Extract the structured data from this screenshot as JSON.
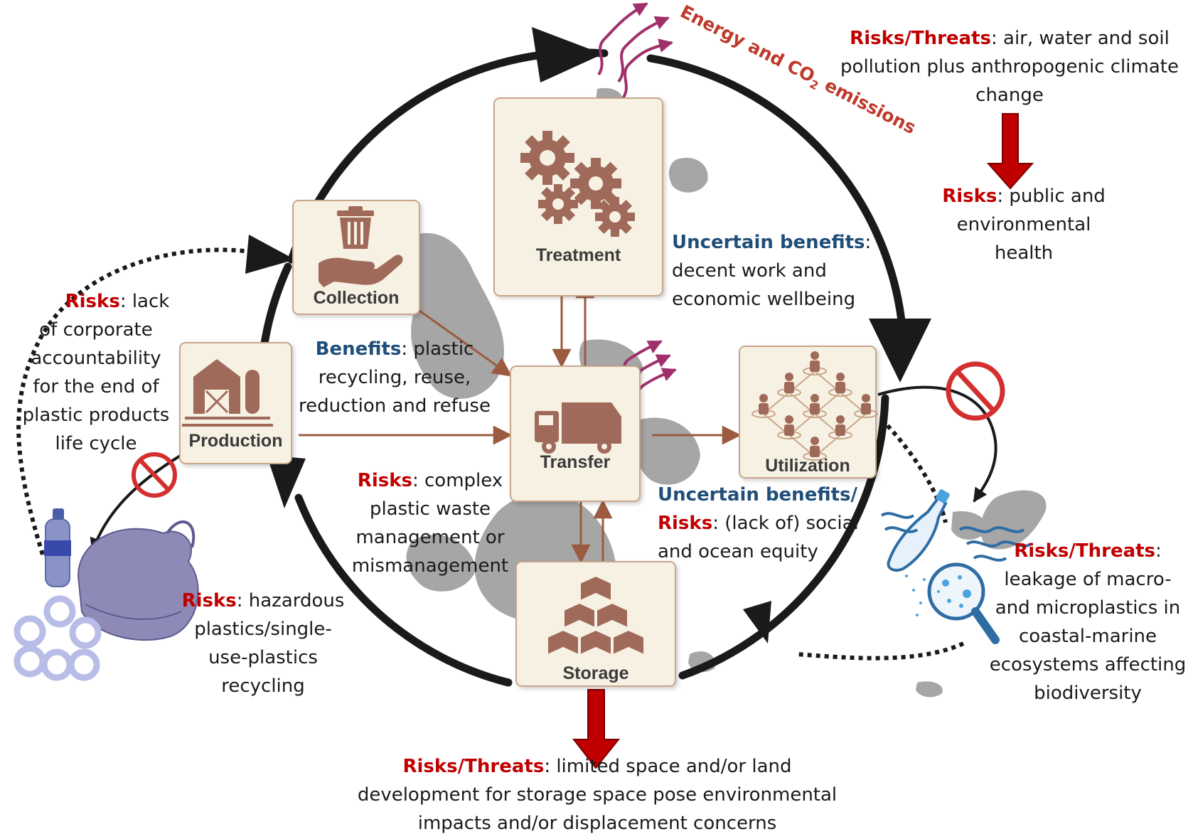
{
  "stages": {
    "collection": "Collection",
    "treatment": "Treatment",
    "production": "Production",
    "transfer": "Transfer",
    "utilization": "Utilization",
    "storage": "Storage"
  },
  "emissions_label": {
    "prefix": "Energy and CO",
    "subscript": "2",
    "suffix": " emissions"
  },
  "annotations": {
    "top_right": {
      "heading": "Risks/Threats",
      "text_1": ": air, water and soil",
      "text_2": "pollution plus anthropogenic climate",
      "text_3": "change"
    },
    "top_right_result": {
      "heading": "Risks",
      "text_1": ":  public and",
      "text_2": "environmental",
      "text_3": "health"
    },
    "uncertain_treatment": {
      "heading": "Uncertain benefits",
      "text_1": ":",
      "text_2": "decent work and",
      "text_3": "economic wellbeing"
    },
    "benefits": {
      "heading": "Benefits",
      "text_1": ": plastic",
      "text_2": "recycling, reuse,",
      "text_3": "reduction and refuse"
    },
    "left_risks": {
      "heading": "Risks",
      "text_1": ": lack",
      "text_2": "of corporate",
      "text_3": "accountability",
      "text_4": "for the end of",
      "text_5": "plastic products",
      "text_6": "life cycle"
    },
    "transfer_risks": {
      "heading": "Risks",
      "text_1": ": complex",
      "text_2": "plastic waste",
      "text_3": "management or",
      "text_4": "mismanagement"
    },
    "utilization_risks": {
      "heading_1": "Uncertain benefits/",
      "heading_2": "Risks",
      "text_1": ": (lack of) social",
      "text_2": "and ocean equity"
    },
    "hazardous": {
      "heading": "Risks",
      "text_1": ": hazardous",
      "text_2": "plastics/single-",
      "text_3": "use-plastics",
      "text_4": "recycling"
    },
    "leakage": {
      "heading": "Risks/Threats",
      "text_1": ":",
      "text_2": "leakage of macro-",
      "text_3": "and microplastics in",
      "text_4": "coastal-marine",
      "text_5": "ecosystems affecting",
      "text_6": "biodiversity"
    },
    "storage_threats": {
      "heading": "Risks/Threats",
      "text_1": ": limited space and/or land",
      "text_2": "development for storage space pose environmental",
      "text_3": "impacts and/or displacement concerns"
    }
  },
  "icons": [
    "trash-can-icon",
    "hand-icon",
    "gears-icon",
    "barn-icon",
    "garbage-truck-icon",
    "people-network-icon",
    "stacked-boxes-icon",
    "no-symbol-icon",
    "plastic-bottle-icon",
    "plastic-bag-icon",
    "six-pack-rings-icon",
    "magnifier-icon"
  ],
  "colors": {
    "risk_red": "#c00000",
    "benefit_blue": "#1f4e79",
    "flow_brown": "#9b5b40",
    "icon_brown": "#a06a5a",
    "box_fill": "#f7f1e3",
    "box_border": "#c9a58a",
    "island_gray": "#a6a6a6",
    "emission_purple": "#a0306a",
    "threat_arrow": "#c00000"
  }
}
